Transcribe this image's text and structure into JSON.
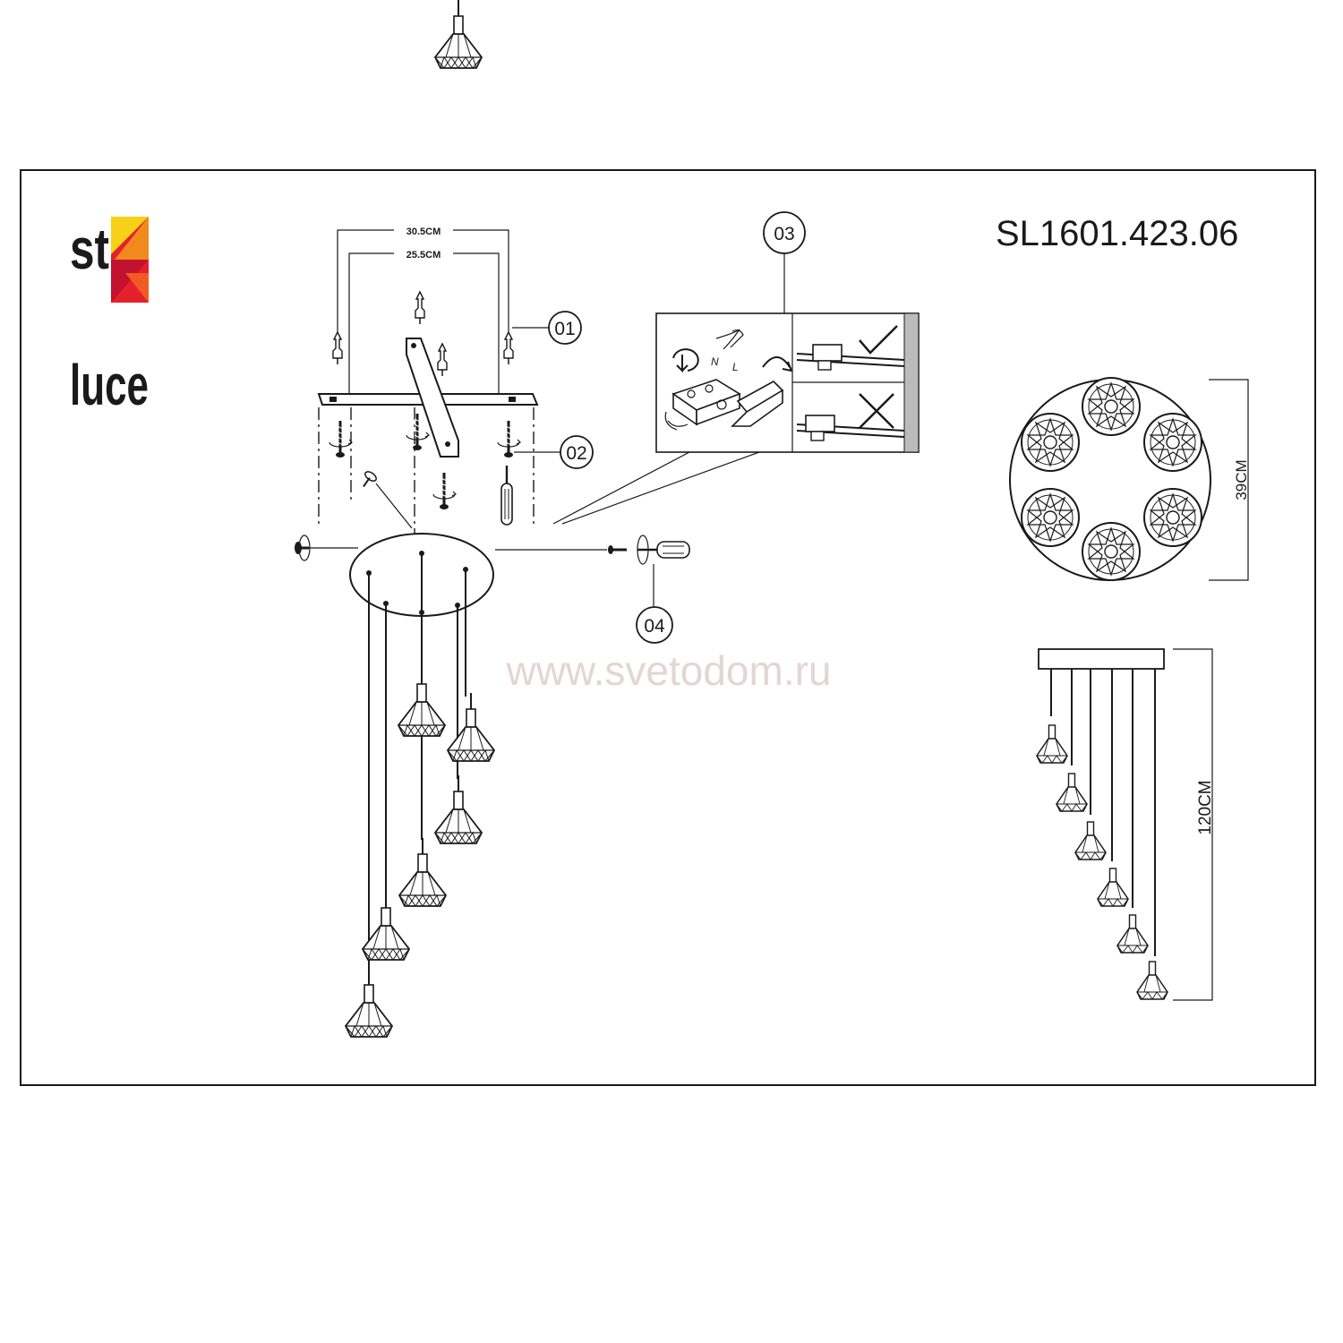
{
  "brand": {
    "logo_text_top": "st",
    "logo_text_bottom": "luce",
    "colors": {
      "yellow": "#f7d117",
      "orange": "#f08a1c",
      "red": "#e4202a",
      "dark_red": "#c3122f"
    }
  },
  "model_number": "SL1601.423.06",
  "watermark": "www.svetodom.ru",
  "callouts": {
    "c01": "01",
    "c02": "02",
    "c03": "03",
    "c04": "04"
  },
  "dimensions": {
    "bracket_outer": "30.5CM",
    "bracket_inner": "25.5CM",
    "canopy_diameter": "39CM",
    "total_height": "120CM"
  },
  "wiring_icons": [
    "check-icon",
    "cross-icon"
  ],
  "wiring_labels": {
    "n": "N",
    "l": "L"
  }
}
